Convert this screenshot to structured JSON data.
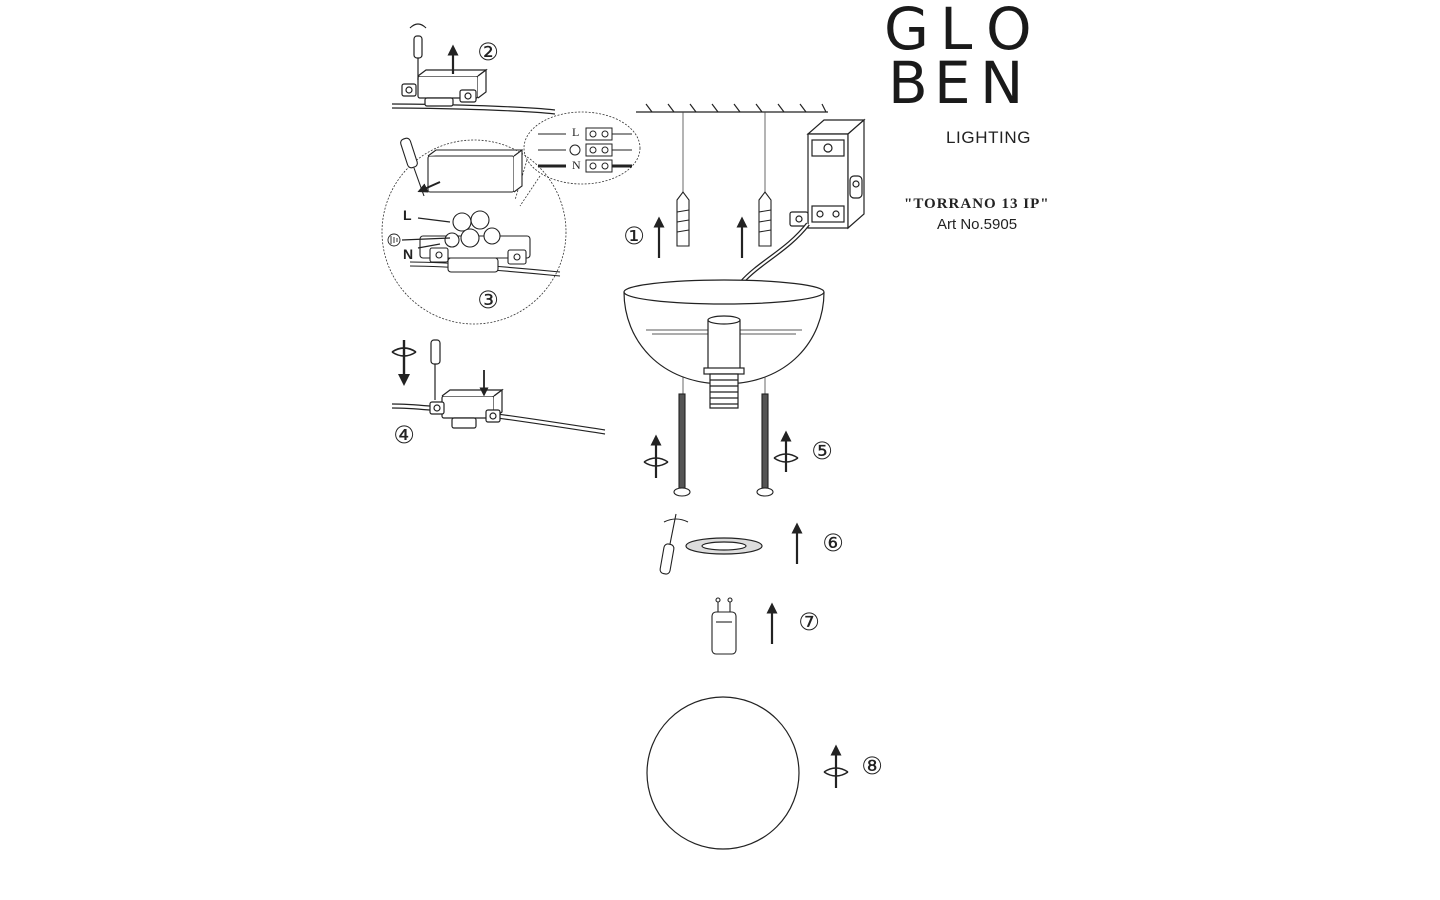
{
  "brand": {
    "logo_letters": [
      "G",
      "L",
      "O",
      "B",
      "E",
      "N"
    ],
    "subtitle": "LIGHTING"
  },
  "product": {
    "title": "\"TORRANO 13 IP\"",
    "art_no": "Art No.5905"
  },
  "steps": [
    "①",
    "②",
    "③",
    "④",
    "⑤",
    "⑥",
    "⑦",
    "⑧"
  ],
  "wiring_labels": {
    "live": "L",
    "neutral": "N",
    "detail_live": "L",
    "detail_neutral": "N"
  },
  "colors": {
    "line": "#222222",
    "fill": "#ffffff",
    "shade": "#e6e6e6"
  }
}
